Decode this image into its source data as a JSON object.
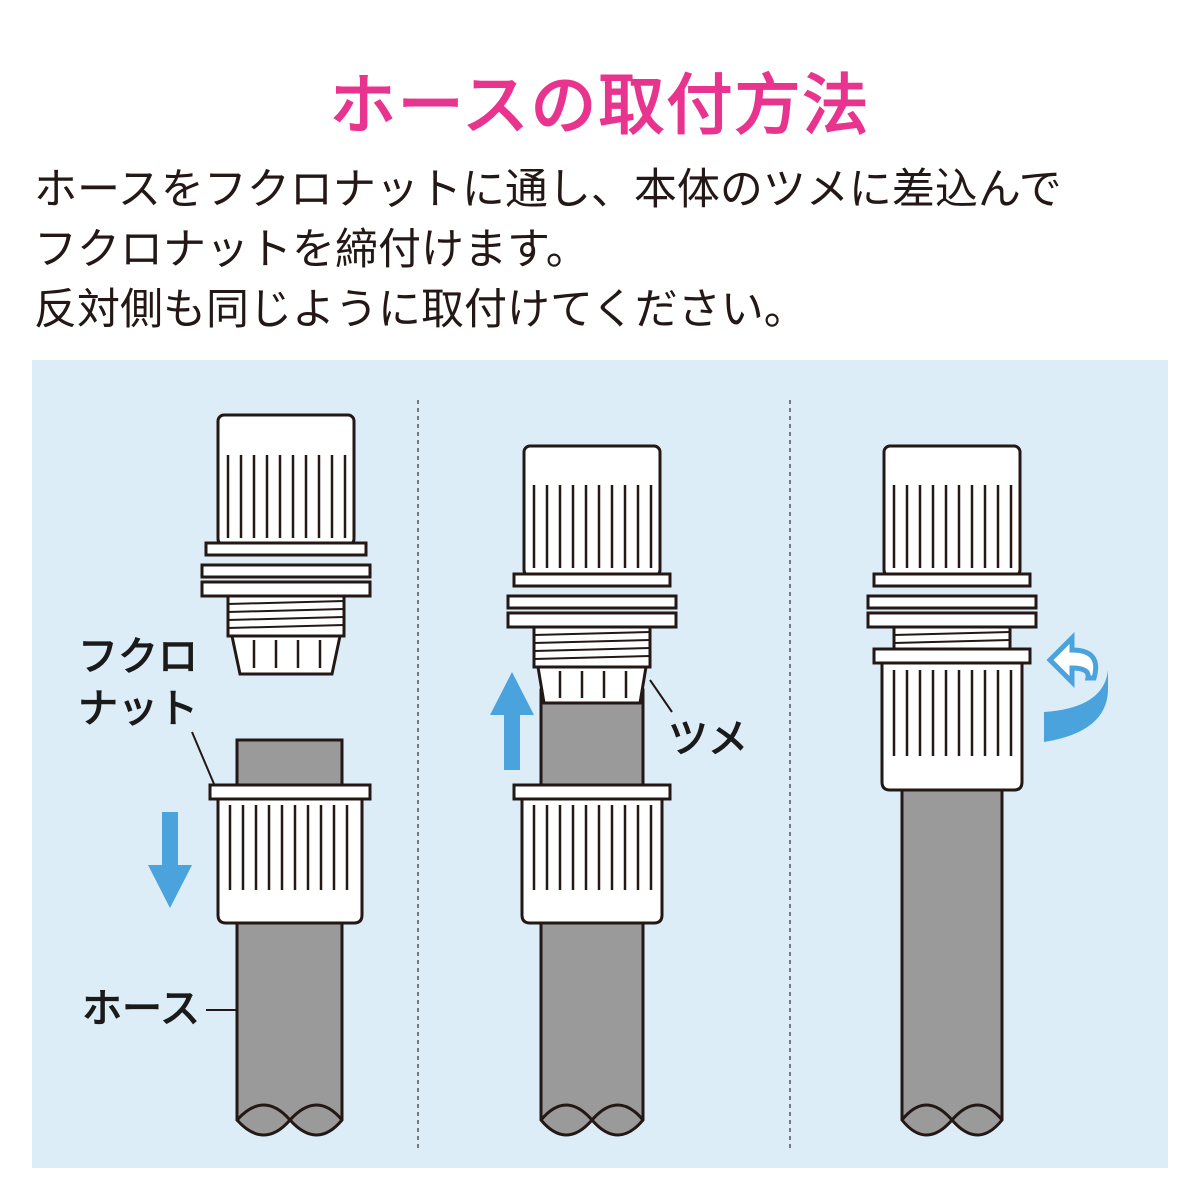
{
  "title": "ホースの取付方法",
  "instructions": [
    "ホースをフクロナットに通し、本体のツメに差込んで",
    "フクロナットを締付けます。",
    "反対側も同じように取付けてください。"
  ],
  "labels": {
    "nut_line1": "フクロ",
    "nut_line2": "ナット",
    "claw": "ツメ",
    "hose": "ホース"
  },
  "colors": {
    "title": "#e8348f",
    "panel": "#dcedf8",
    "hose": "#9a9a9a",
    "arrow": "#4aa3dc",
    "outline": "#231815"
  },
  "icons": [
    "arrow-down-icon",
    "arrow-up-icon",
    "rotate-arrow-icon"
  ]
}
